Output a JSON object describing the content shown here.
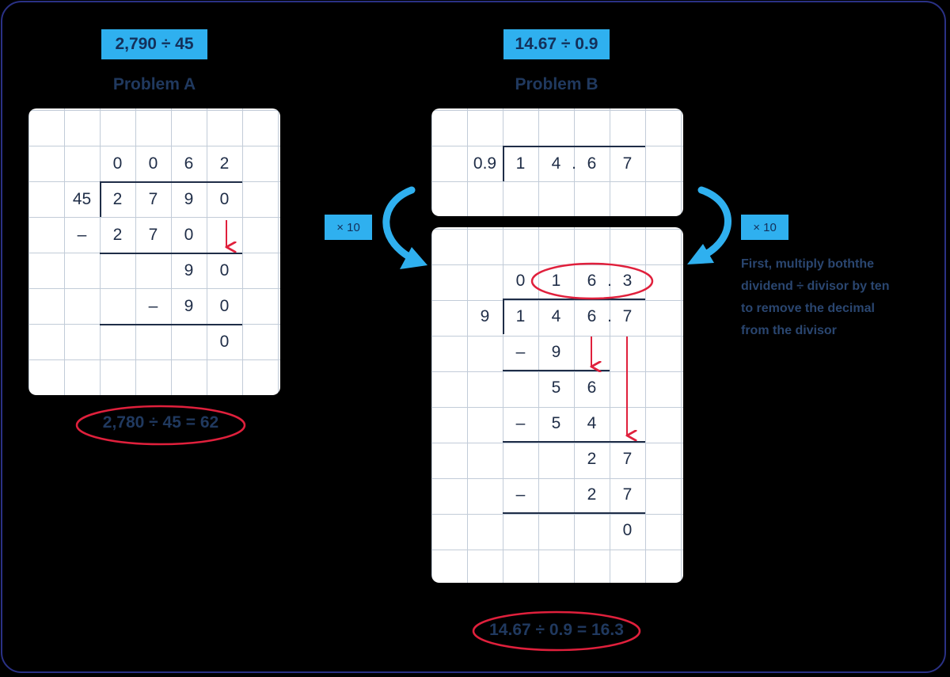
{
  "problem_a": {
    "expression": "2,790 ÷ 45",
    "heading": "Problem A",
    "grid": [
      {
        "r": 1,
        "c": 2,
        "t": "0"
      },
      {
        "r": 1,
        "c": 3,
        "t": "0"
      },
      {
        "r": 1,
        "c": 4,
        "t": "6"
      },
      {
        "r": 1,
        "c": 5,
        "t": "2"
      },
      {
        "r": 2,
        "c": 1,
        "t": "45"
      },
      {
        "r": 2,
        "c": 2,
        "t": "2"
      },
      {
        "r": 2,
        "c": 3,
        "t": "7"
      },
      {
        "r": 2,
        "c": 4,
        "t": "9"
      },
      {
        "r": 2,
        "c": 5,
        "t": "0"
      },
      {
        "r": 3,
        "c": 1,
        "t": "–"
      },
      {
        "r": 3,
        "c": 2,
        "t": "2"
      },
      {
        "r": 3,
        "c": 3,
        "t": "7"
      },
      {
        "r": 3,
        "c": 4,
        "t": "0"
      },
      {
        "r": 4,
        "c": 4,
        "t": "9"
      },
      {
        "r": 4,
        "c": 5,
        "t": "0"
      },
      {
        "r": 5,
        "c": 3,
        "t": "–"
      },
      {
        "r": 5,
        "c": 4,
        "t": "9"
      },
      {
        "r": 5,
        "c": 5,
        "t": "0"
      },
      {
        "r": 6,
        "c": 5,
        "t": "0"
      }
    ],
    "result": "2,780 ÷ 45 = 62"
  },
  "problem_b": {
    "expression": "14.67 ÷ 0.9",
    "heading": "Problem B",
    "top_grid": [
      {
        "r": 1,
        "c": 1,
        "t": "0.9"
      },
      {
        "r": 1,
        "c": 2,
        "t": "1"
      },
      {
        "r": 1,
        "c": 3,
        "t": "4"
      },
      {
        "r": 1,
        "c": 3.5,
        "t": "."
      },
      {
        "r": 1,
        "c": 4,
        "t": "6"
      },
      {
        "r": 1,
        "c": 5,
        "t": "7"
      }
    ],
    "bottom_grid": [
      {
        "r": 1,
        "c": 2,
        "t": "0"
      },
      {
        "r": 1,
        "c": 3,
        "t": "1"
      },
      {
        "r": 1,
        "c": 4,
        "t": "6"
      },
      {
        "r": 1,
        "c": 4.5,
        "t": "."
      },
      {
        "r": 1,
        "c": 5,
        "t": "3"
      },
      {
        "r": 2,
        "c": 1,
        "t": "9"
      },
      {
        "r": 2,
        "c": 2,
        "t": "1"
      },
      {
        "r": 2,
        "c": 3,
        "t": "4"
      },
      {
        "r": 2,
        "c": 4,
        "t": "6"
      },
      {
        "r": 2,
        "c": 4.5,
        "t": "."
      },
      {
        "r": 2,
        "c": 5,
        "t": "7"
      },
      {
        "r": 3,
        "c": 2,
        "t": "–"
      },
      {
        "r": 3,
        "c": 3,
        "t": "9"
      },
      {
        "r": 4,
        "c": 3,
        "t": "5"
      },
      {
        "r": 4,
        "c": 4,
        "t": "6"
      },
      {
        "r": 5,
        "c": 2,
        "t": "–"
      },
      {
        "r": 5,
        "c": 3,
        "t": "5"
      },
      {
        "r": 5,
        "c": 4,
        "t": "4"
      },
      {
        "r": 6,
        "c": 4,
        "t": "2"
      },
      {
        "r": 6,
        "c": 5,
        "t": "7"
      },
      {
        "r": 7,
        "c": 2,
        "t": "–"
      },
      {
        "r": 7,
        "c": 4,
        "t": "2"
      },
      {
        "r": 7,
        "c": 5,
        "t": "7"
      },
      {
        "r": 8,
        "c": 5,
        "t": "0"
      }
    ],
    "result": "14.67 ÷ 0.9 = 16.3"
  },
  "multiplier_left": "× 10",
  "multiplier_right": "× 10",
  "note_lines": [
    "First, multiply boththe",
    "dividend ÷ divisor by ten",
    "to remove the decimal",
    "from the divisor"
  ],
  "colors": {
    "accent_blue": "#2fb0ef",
    "highlight_red": "#e0203c",
    "border_navy": "#2a3185",
    "text_dark": "#1f2d47"
  }
}
